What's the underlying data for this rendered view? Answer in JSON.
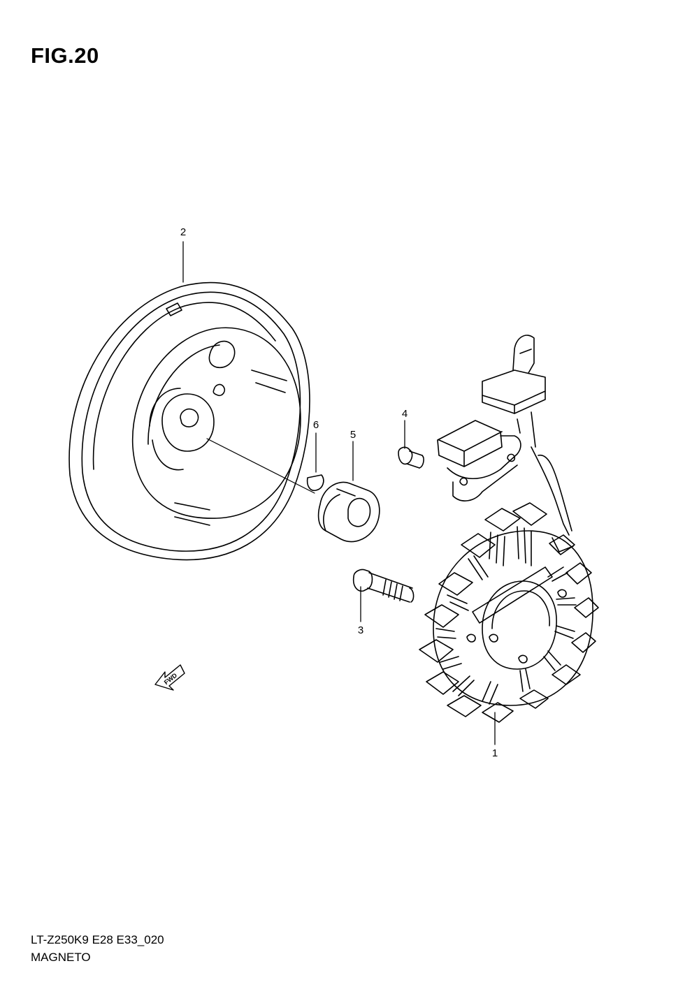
{
  "figure": {
    "title": "FIG.20"
  },
  "callouts": {
    "p1": "1",
    "p2": "2",
    "p3": "3",
    "p4": "4",
    "p5": "5",
    "p6": "6"
  },
  "direction_arrow": {
    "label": "FWD"
  },
  "footer": {
    "code": "LT-Z250K9 E28 E33_020",
    "name": "MAGNETO"
  },
  "icons": [
    "flywheel-rotor",
    "stator-coil",
    "bolt",
    "screw",
    "spacer",
    "woodruff-key",
    "pickup-coil",
    "fwd-arrow"
  ]
}
